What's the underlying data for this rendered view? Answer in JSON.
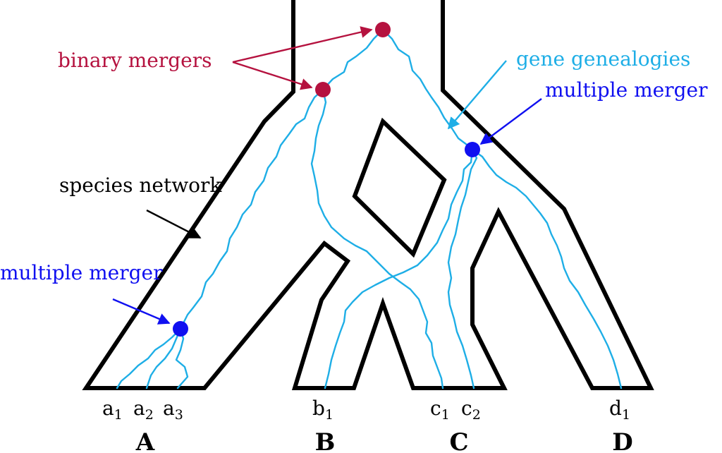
{
  "labels": {
    "binary_mergers": "binary mergers",
    "gene_genealogies": "gene genealogies",
    "multiple_merger_top": "multiple merger",
    "species_network": "species network",
    "multiple_merger_left": "multiple merger"
  },
  "tips": [
    {
      "base": "a",
      "sub": "1"
    },
    {
      "base": "a",
      "sub": "2"
    },
    {
      "base": "a",
      "sub": "3"
    },
    {
      "base": "b",
      "sub": "1"
    },
    {
      "base": "c",
      "sub": "1"
    },
    {
      "base": "c",
      "sub": "2"
    },
    {
      "base": "d",
      "sub": "1"
    }
  ],
  "species": [
    "A",
    "B",
    "C",
    "D"
  ],
  "colors": {
    "network": "#000000",
    "lineage": "#1eaee6",
    "binary_merger": "#b5123f",
    "multiple_merger": "#1010f0",
    "text": "#000000"
  },
  "icons": {
    "binary_merger_node": "filled-circle",
    "multiple_merger_node": "filled-circle",
    "annotation_pointer": "arrow"
  }
}
